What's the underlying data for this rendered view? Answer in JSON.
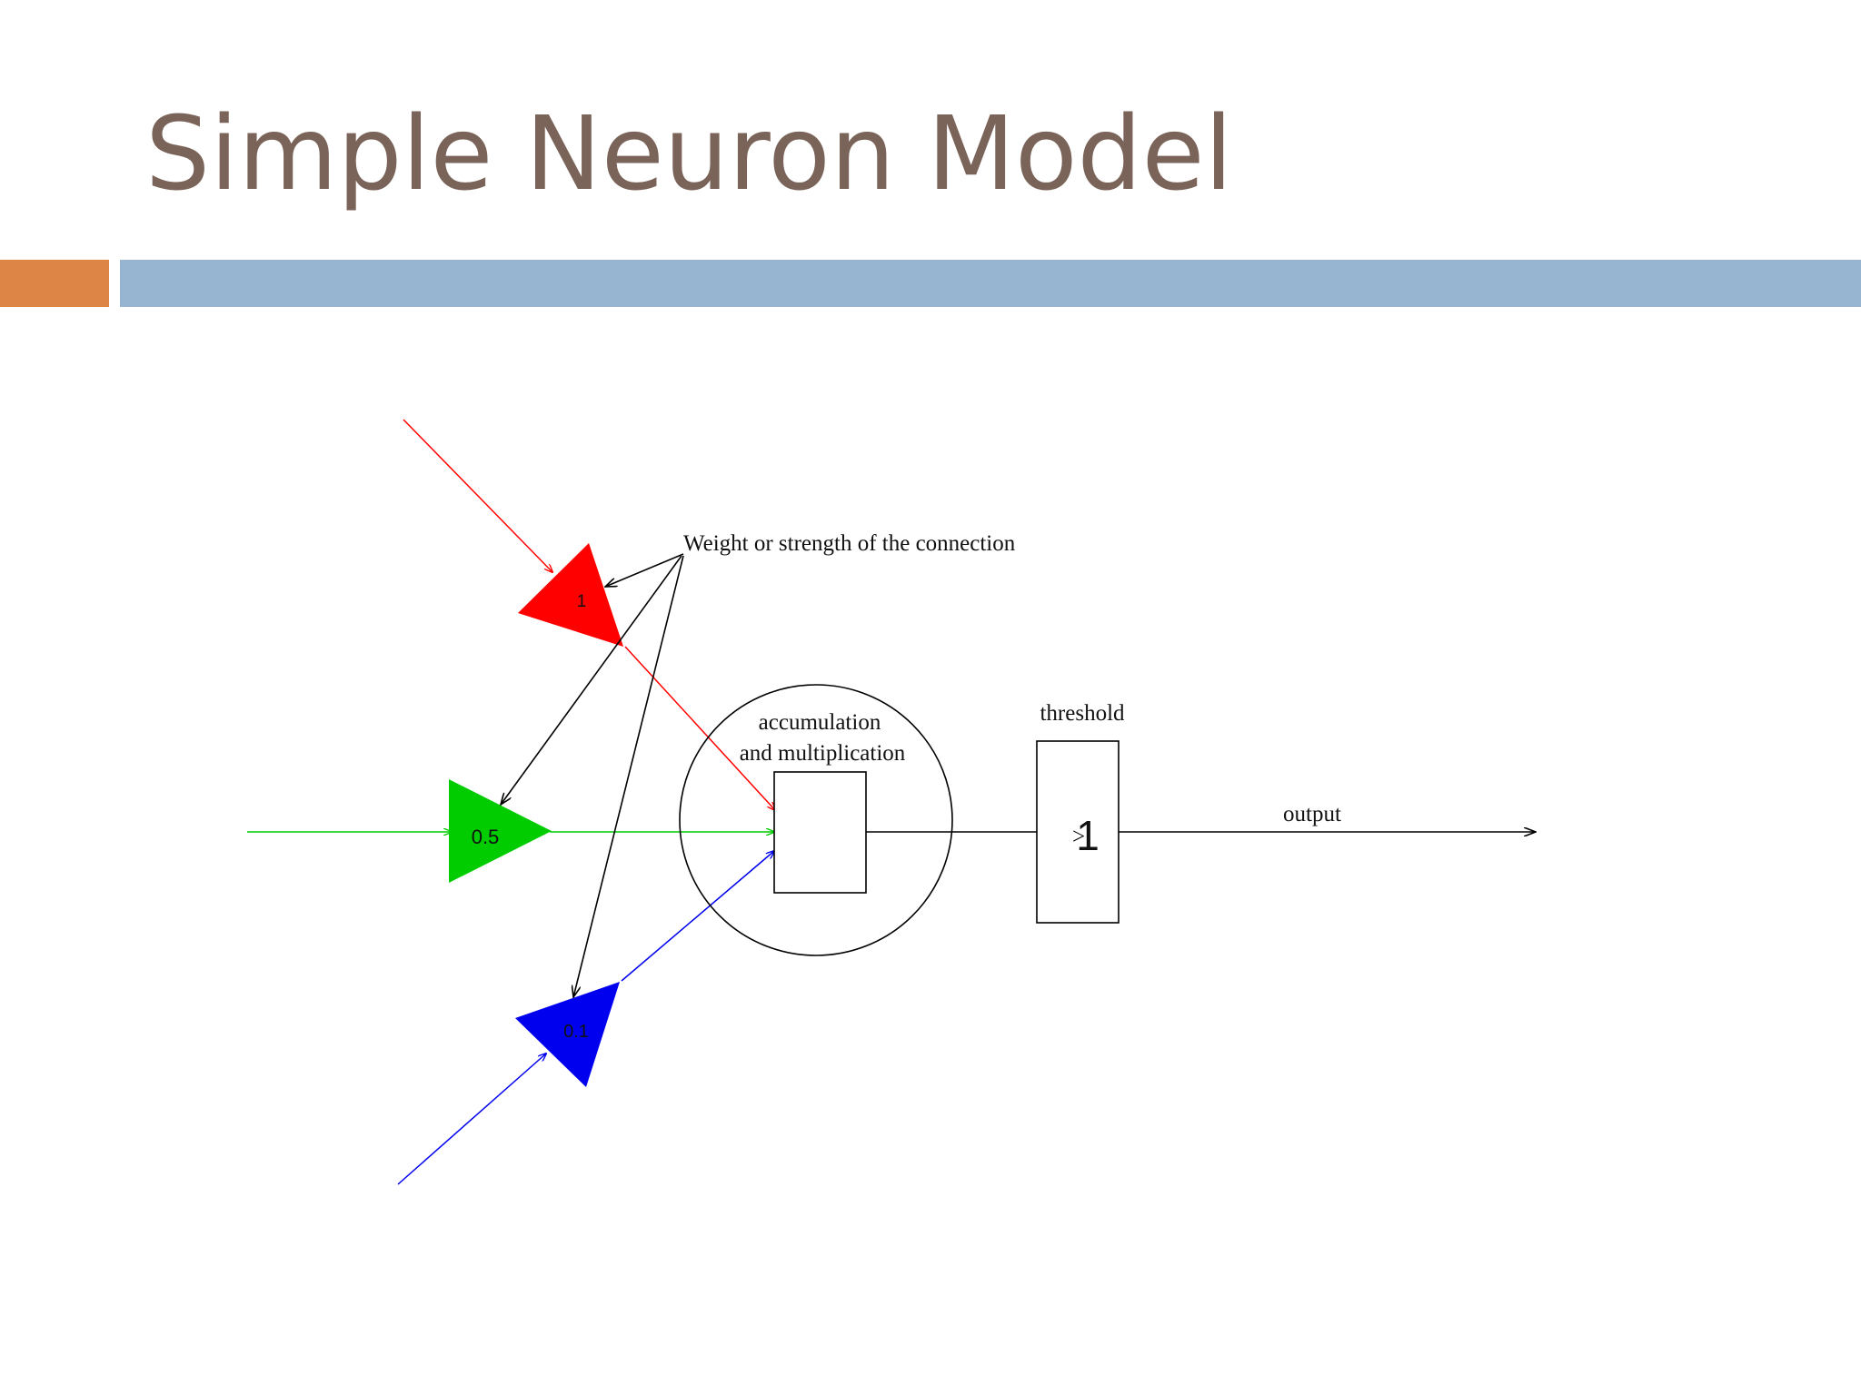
{
  "slide": {
    "title": "Simple Neuron Model",
    "accent_colors": {
      "orange": "#dd8447",
      "blue": "#97b5d1"
    }
  },
  "diagram": {
    "inputs": [
      {
        "weight": "1",
        "color": "#ff0000"
      },
      {
        "weight": "0.5",
        "color": "#00cc00"
      },
      {
        "weight": "0.1",
        "color": "#0000ee"
      }
    ],
    "labels": {
      "weight_note": "Weight or strength of the connection",
      "accumulation_line1": "accumulation",
      "accumulation_line2": "and multiplication",
      "threshold": "threshold",
      "threshold_value": "1",
      "threshold_symbol": ">",
      "output": "output"
    }
  }
}
